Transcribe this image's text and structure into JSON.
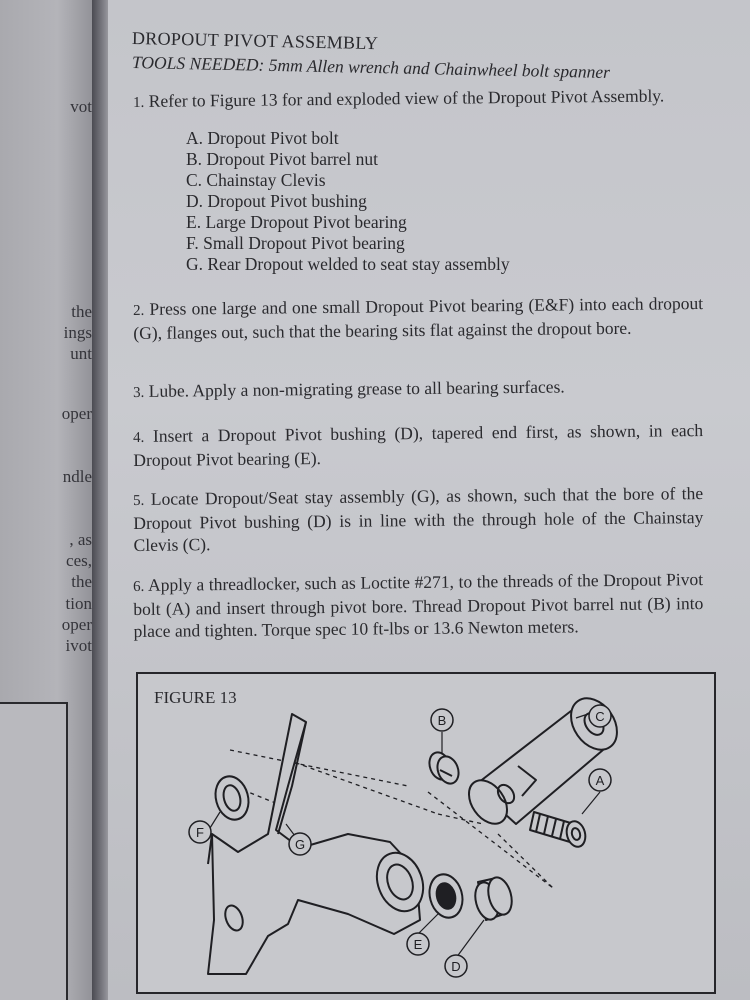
{
  "left_page": {
    "fragments": [
      "vot",
      "the",
      "ings",
      "unt",
      "oper",
      "ndle",
      ", as",
      "ces,",
      "the",
      "tion",
      "oper",
      "ivot"
    ]
  },
  "section": {
    "title": "DROPOUT PIVOT ASSEMBLY",
    "tools": "TOOLS NEEDED: 5mm Allen wrench and Chainwheel bolt spanner"
  },
  "steps": [
    {
      "num": "1.",
      "text": "Refer to Figure 13 for and exploded view of the Dropout Pivot Assembly."
    },
    {
      "num": "2.",
      "text": "Press one large and one small Dropout Pivot bearing (E&F) into each dropout (G), flanges out, such that the bearing sits flat against the dropout bore."
    },
    {
      "num": "3.",
      "text": "Lube. Apply a non-migrating grease to all bearing surfaces."
    },
    {
      "num": "4.",
      "text": "Insert a Dropout Pivot bushing (D), tapered end first, as shown, in each Dropout Pivot bearing (E)."
    },
    {
      "num": "5.",
      "text": "Locate Dropout/Seat stay assembly (G), as shown, such that the bore of the Dropout Pivot bushing (D) is in line with the through hole of the Chainstay Clevis (C)."
    },
    {
      "num": "6.",
      "text": "Apply a threadlocker, such as Loctite #271, to the threads of the Dropout Pivot bolt (A) and insert through pivot bore. Thread Dropout Pivot barrel nut (B) into place and tighten. Torque spec 10 ft-lbs or 13.6 Newton meters."
    }
  ],
  "parts": [
    "A. Dropout Pivot bolt",
    "B. Dropout Pivot barrel nut",
    "C. Chainstay Clevis",
    "D. Dropout Pivot bushing",
    "E. Large Dropout Pivot bearing",
    "F. Small Dropout Pivot bearing",
    "G. Rear Dropout welded to seat stay assembly"
  ],
  "figure": {
    "title": "FIGURE 13",
    "callouts": [
      "A",
      "B",
      "C",
      "D",
      "E",
      "F",
      "G"
    ]
  }
}
